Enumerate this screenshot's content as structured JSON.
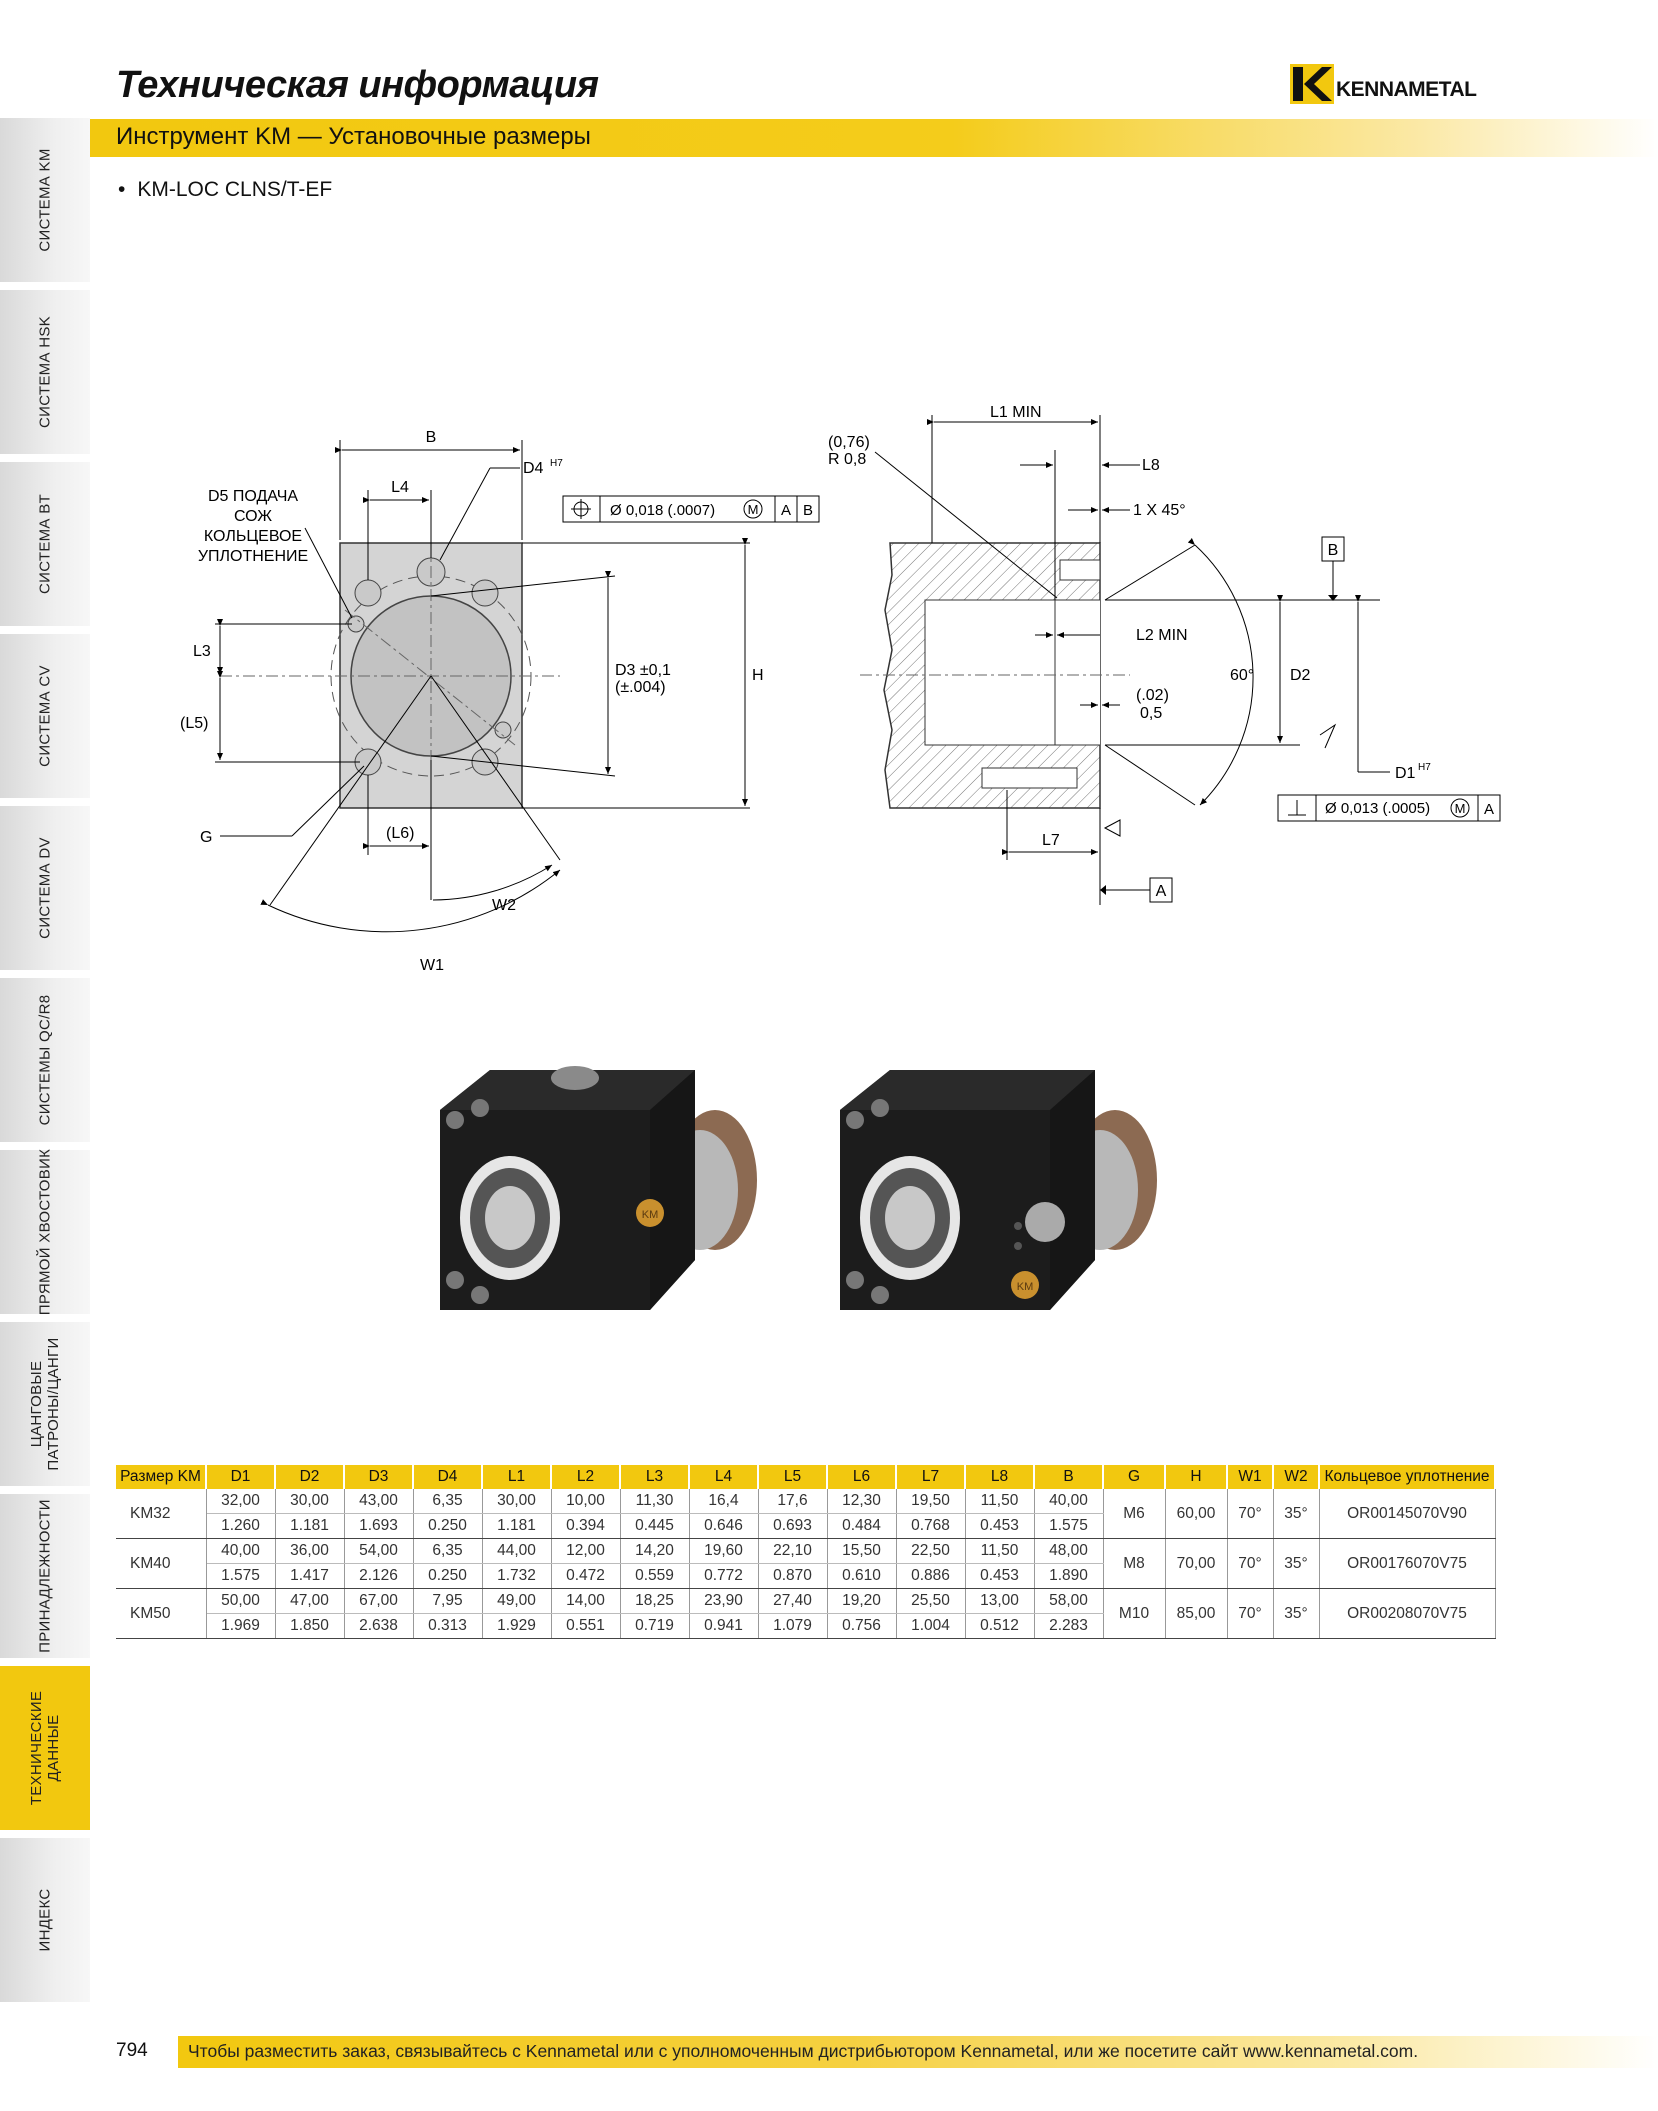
{
  "header": {
    "title": "Техническая информация",
    "logo_text": "KENNAMETAL",
    "banner": "Инструмент KM — Установочные размеры"
  },
  "sidebar": {
    "items": [
      {
        "label": "СИСТЕМА KM"
      },
      {
        "label": "СИСТЕМА HSK"
      },
      {
        "label": "СИСТЕМА BT"
      },
      {
        "label": "СИСТЕМА CV"
      },
      {
        "label": "СИСТЕМА DV"
      },
      {
        "label": "СИСТЕМЫ QC/R8"
      },
      {
        "label": "ПРЯМОЙ ХВОСТОВИК"
      },
      {
        "label": "ЦАНГОВЫЕ ПАТРОНЫ/ЦАНГИ",
        "line1": "ЦАНГОВЫЕ",
        "line2": "ПАТРОНЫ/ЦАНГИ"
      },
      {
        "label": "ПРИНАДЛЕЖНОСТИ"
      },
      {
        "label": "ТЕХНИЧЕСКИЕ ДАННЫЕ",
        "line1": "ТЕХНИЧЕСКИЕ",
        "line2": "ДАННЫЕ",
        "active": true
      },
      {
        "label": "ИНДЕКС"
      }
    ]
  },
  "bullet": "KM-LOC CLNS/T-EF",
  "drawing": {
    "front": {
      "B": "B",
      "L4": "L4",
      "D4": "D4",
      "D4_sup": "H7",
      "d5_lines": [
        "D5 ПОДАЧА",
        "СОЖ",
        "КОЛЬЦЕВОЕ",
        "УПЛОТНЕНИЕ"
      ],
      "tol_value": "Ø 0,018 (.0007)",
      "tol_m": "M",
      "datum_a": "A",
      "datum_b": "B",
      "L3": "L3",
      "L5": "(L5)",
      "D3": "D3 ±0,1",
      "D3_in": "(±.004)",
      "H": "H",
      "G": "G",
      "L6": "(L6)",
      "W2": "W2",
      "W1": "W1"
    },
    "side": {
      "r_line1": "(0,76)",
      "r_line2": "R 0,8",
      "L1": "L1 MIN",
      "L8": "L8",
      "chamfer": "1 X 45°",
      "datum_b": "B",
      "L2": "L2 MIN",
      "angle": "60°",
      "D2": "D2",
      "gap1": "(.02)",
      "gap2": "0,5",
      "D1": "D1",
      "D1_sup": "H7",
      "tol_value": "Ø 0,013 (.0005)",
      "tol_m": "M",
      "tol_a": "A",
      "L7": "L7",
      "datum_a": "A"
    }
  },
  "photos": {
    "badge": "KM"
  },
  "table": {
    "headers": [
      "Размер KM",
      "D1",
      "D2",
      "D3",
      "D4",
      "L1",
      "L2",
      "L3",
      "L4",
      "L5",
      "L6",
      "L7",
      "L8",
      "B",
      "G",
      "H",
      "W1",
      "W2",
      "Кольцевое уплотнение"
    ],
    "rows": [
      {
        "size": "KM32",
        "mm": [
          "32,00",
          "30,00",
          "43,00",
          "6,35",
          "30,00",
          "10,00",
          "11,30",
          "16,4",
          "17,6",
          "12,30",
          "19,50",
          "11,50",
          "40,00"
        ],
        "in": [
          "1.260",
          "1.181",
          "1.693",
          "0.250",
          "1.181",
          "0.394",
          "0.445",
          "0.646",
          "0.693",
          "0.484",
          "0.768",
          "0.453",
          "1.575"
        ],
        "G": "M6",
        "H": "60,00",
        "W1": "70°",
        "W2": "35°",
        "oring": "OR00145070V90"
      },
      {
        "size": "KM40",
        "mm": [
          "40,00",
          "36,00",
          "54,00",
          "6,35",
          "44,00",
          "12,00",
          "14,20",
          "19,60",
          "22,10",
          "15,50",
          "22,50",
          "11,50",
          "48,00"
        ],
        "in": [
          "1.575",
          "1.417",
          "2.126",
          "0.250",
          "1.732",
          "0.472",
          "0.559",
          "0.772",
          "0.870",
          "0.610",
          "0.886",
          "0.453",
          "1.890"
        ],
        "G": "M8",
        "H": "70,00",
        "W1": "70°",
        "W2": "35°",
        "oring": "OR00176070V75"
      },
      {
        "size": "KM50",
        "mm": [
          "50,00",
          "47,00",
          "67,00",
          "7,95",
          "49,00",
          "14,00",
          "18,25",
          "23,90",
          "27,40",
          "19,20",
          "25,50",
          "13,00",
          "58,00"
        ],
        "in": [
          "1.969",
          "1.850",
          "2.638",
          "0.313",
          "1.929",
          "0.551",
          "0.719",
          "0.941",
          "1.079",
          "0.756",
          "1.004",
          "0.512",
          "2.283"
        ],
        "G": "M10",
        "H": "85,00",
        "W1": "70°",
        "W2": "35°",
        "oring": "OR00208070V75"
      }
    ]
  },
  "footer": {
    "page_number": "794",
    "text": "Чтобы разместить заказ, связывайтесь с Kennametal или с уполномоченным дистрибьютором Kennametal, или же посетите сайт www.kennametal.com."
  },
  "colors": {
    "accent": "#f2c80f",
    "tab_gray": "#e0e0e0"
  }
}
